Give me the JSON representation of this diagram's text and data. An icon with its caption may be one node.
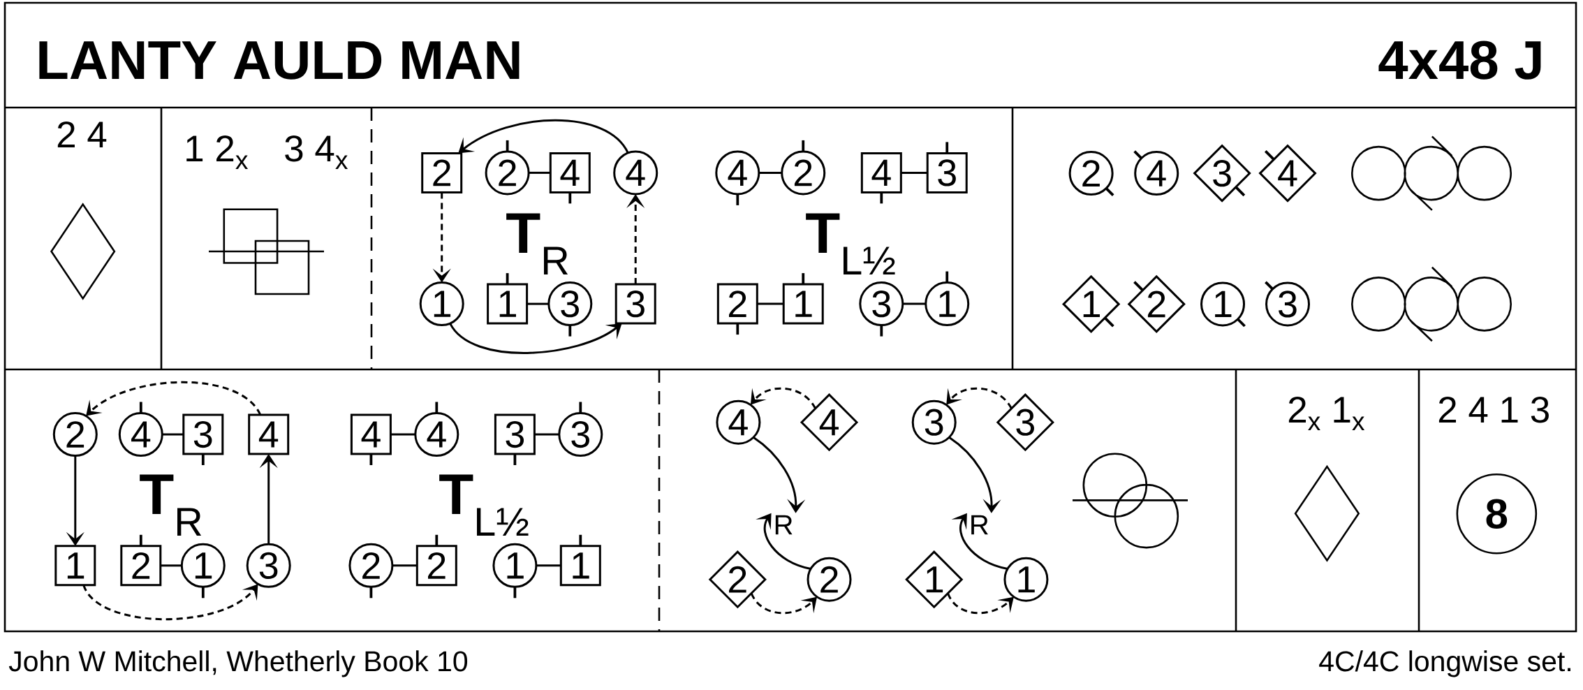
{
  "diagram": {
    "title": "LANTY AULD MAN",
    "nodes": [
      {
        "text": [],
        "shape": "diamond"
      },
      {
        "text": [
          "2"
        ]
      },
      {
        "text": [
          "2"
        ]
      },
      {
        "text": [
          "4"
        ]
      },
      {
        "text": [
          "4"
        ]
      },
      {
        "text": [
          "1"
        ]
      },
      {
        "text": [
          "1"
        ]
      },
      {
        "text": [
          "3"
        ]
      },
      {
        "text": [
          "3"
        ]
      },
      {
        "text": [
          "4"
        ]
      },
      {
        "text": [
          "2"
        ]
      },
      {
        "text": [
          "4"
        ]
      },
      {
        "text": [
          "3"
        ]
      },
      {
        "text": [
          "2"
        ]
      },
      {
        "text": [
          "1"
        ]
      },
      {
        "text": [
          "3"
        ]
      },
      {
        "text": [
          "1"
        ]
      },
      {
        "text": [
          "2"
        ]
      },
      {
        "text": [
          "4"
        ]
      },
      {
        "text": [
          "3"
        ]
      },
      {
        "text": [
          "4"
        ]
      },
      {
        "text": [
          "1"
        ]
      },
      {
        "text": [
          "2"
        ]
      },
      {
        "text": [
          "1"
        ]
      },
      {
        "text": [
          "3"
        ]
      },
      {
        "text": [
          "2"
        ]
      },
      {
        "text": [
          "4"
        ]
      },
      {
        "text": [
          "3"
        ]
      },
      {
        "text": [
          "4"
        ]
      },
      {
        "text": [
          "1"
        ]
      },
      {
        "text": [
          "2"
        ]
      },
      {
        "text": [
          "1"
        ]
      },
      {
        "text": [
          "3"
        ]
      },
      {
        "text": [
          "4"
        ]
      },
      {
        "text": [
          "4"
        ]
      },
      {
        "text": [
          "3"
        ]
      },
      {
        "text": [
          "3"
        ]
      },
      {
        "text": [
          "2"
        ]
      },
      {
        "text": [
          "2"
        ]
      },
      {
        "text": [
          "1"
        ]
      },
      {
        "text": [
          "1"
        ]
      },
      {
        "text": [
          "4"
        ]
      },
      {
        "text": [
          "4"
        ]
      },
      {
        "text": [
          "3"
        ]
      },
      {
        "text": [
          "3"
        ]
      },
      {
        "text": [
          "R"
        ]
      },
      {
        "text": [
          "R"
        ]
      },
      {
        "text": [
          "2"
        ]
      },
      {
        "text": [
          "2"
        ]
      },
      {
        "text": [
          "1"
        ]
      },
      {
        "text": [
          "1"
        ]
      },
      {
        "text": [],
        "shape": "diamond"
      },
      {
        "text": [
          "8"
        ]
      }
    ],
    "edges": [
      {
        "from": 4,
        "to": 1,
        "arrow": "to"
      },
      {
        "from": 1,
        "to": 5,
        "arrow": "to",
        "style": "dashed"
      },
      {
        "from": 2,
        "to": 3,
        "arrow": "none"
      },
      {
        "from": 6,
        "to": 7,
        "arrow": "none"
      },
      {
        "from": 8,
        "to": 4,
        "arrow": "to",
        "style": "dashed"
      },
      {
        "from": 5,
        "to": 8,
        "arrow": "to"
      },
      {
        "from": 9,
        "to": 10,
        "arrow": "none"
      },
      {
        "from": 11,
        "to": 12,
        "arrow": "none"
      },
      {
        "from": 13,
        "to": 14,
        "arrow": "none"
      },
      {
        "from": 15,
        "to": 16,
        "arrow": "none"
      },
      {
        "from": 28,
        "to": 25,
        "arrow": "to",
        "style": "dashed"
      },
      {
        "from": 25,
        "to": 29,
        "arrow": "to"
      },
      {
        "from": 26,
        "to": 27,
        "arrow": "none"
      },
      {
        "from": 30,
        "to": 31,
        "arrow": "none"
      },
      {
        "from": 32,
        "to": 28,
        "arrow": "to"
      },
      {
        "from": 29,
        "to": 32,
        "arrow": "to",
        "style": "dashed"
      },
      {
        "from": 33,
        "to": 34,
        "arrow": "none"
      },
      {
        "from": 35,
        "to": 36,
        "arrow": "none"
      },
      {
        "from": 37,
        "to": 38,
        "arrow": "none"
      },
      {
        "from": 39,
        "to": 40,
        "arrow": "none"
      },
      {
        "from": 42,
        "to": 41,
        "arrow": "to",
        "style": "dashed"
      },
      {
        "from": 41,
        "to": 45,
        "arrow": "to"
      },
      {
        "from": 48,
        "to": 45,
        "arrow": "to"
      },
      {
        "from": 47,
        "to": 48,
        "arrow": "to",
        "style": "dashed"
      },
      {
        "from": 44,
        "to": 43,
        "arrow": "to",
        "style": "dashed"
      },
      {
        "from": 43,
        "to": 46,
        "arrow": "to"
      },
      {
        "from": 50,
        "to": 46,
        "arrow": "to"
      },
      {
        "from": 49,
        "to": 50,
        "arrow": "to",
        "style": "dashed"
      }
    ],
    "labels": [
      "4x48 J",
      "2 4",
      "1 2$_{x}$",
      "3 4$_{x}$",
      "**T**$_{R}$",
      "**T**$_{L½}$",
      "**T**$_{R}$",
      "**T**$_{L½}$",
      "2$_{x}$ 1$_{x}$",
      "2 4 1 3",
      "John W Mitchell, Whetherly Book 10",
      "4C/4C longwise set."
    ]
  }
}
